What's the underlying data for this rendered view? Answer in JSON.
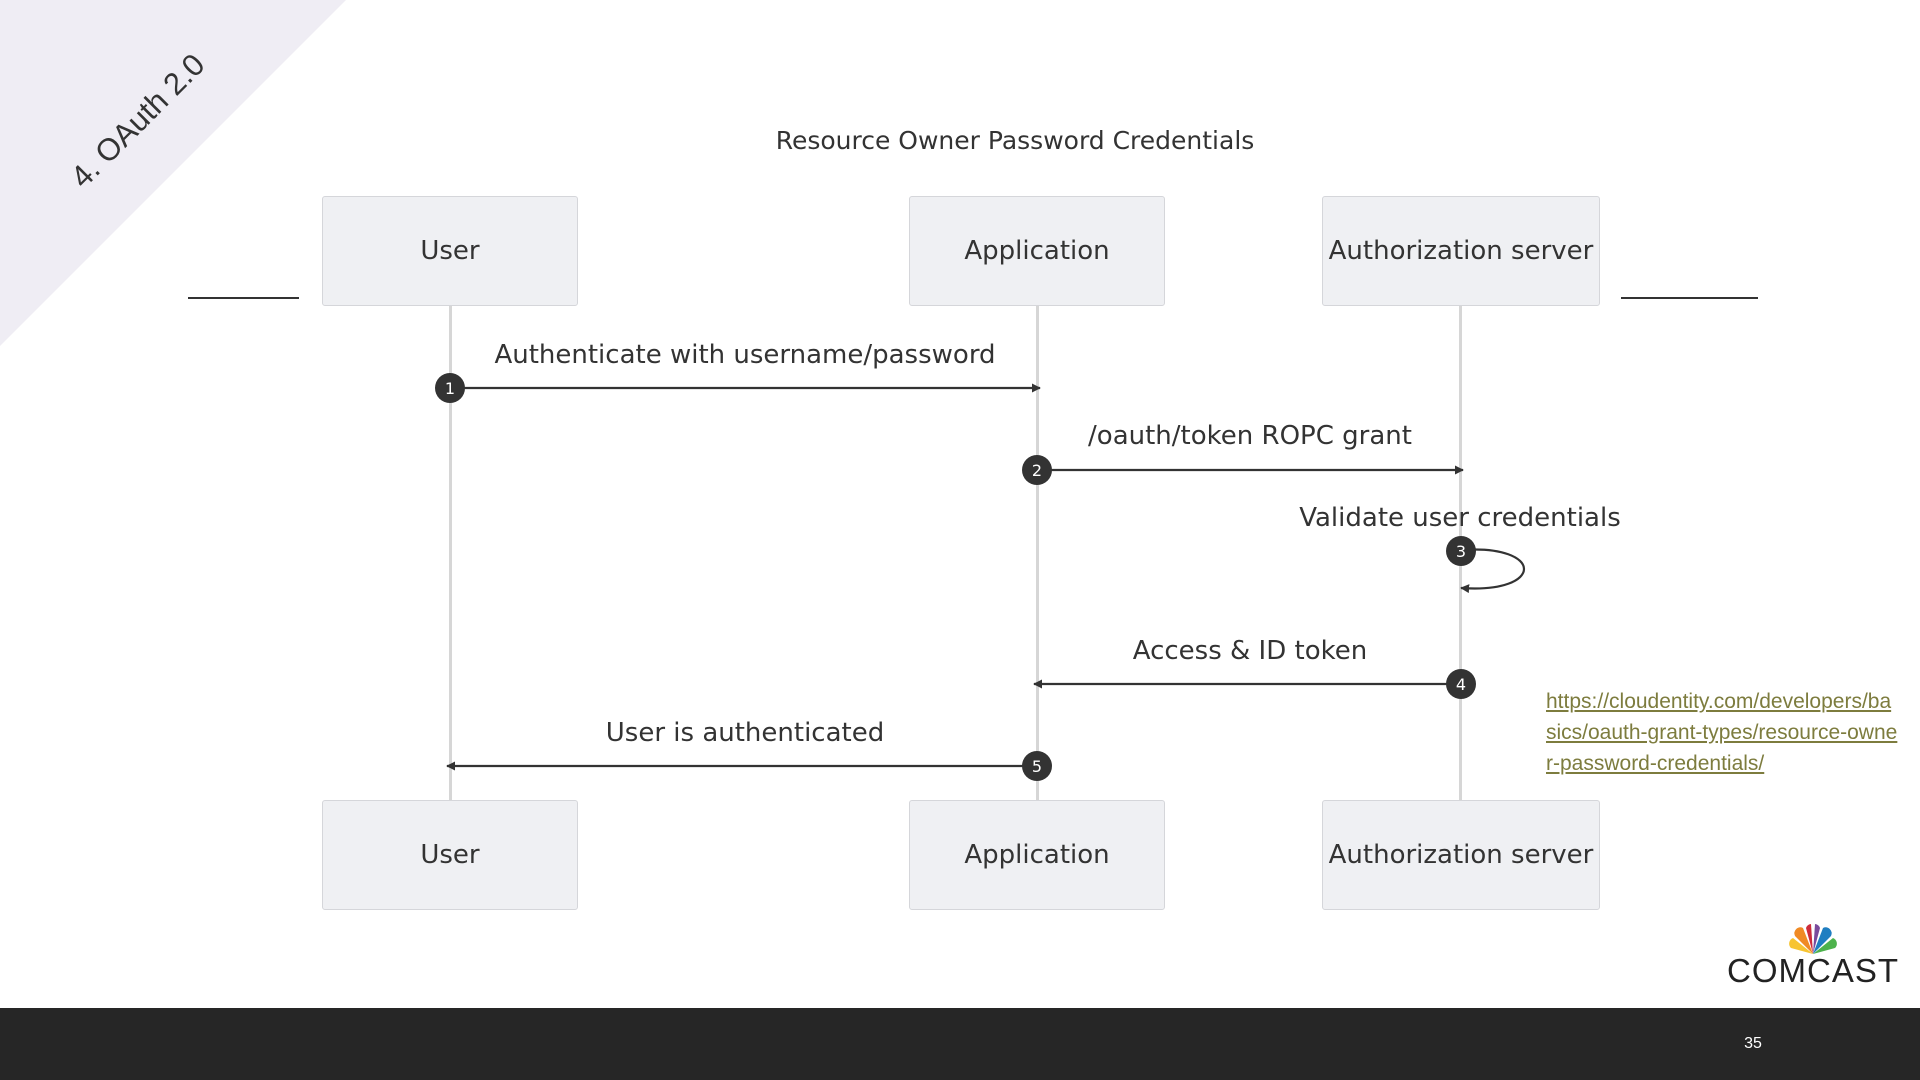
{
  "slide": {
    "section_label": "4. OAuth 2.0",
    "page_number": "35",
    "brand": "COMCAST",
    "reference_link": "https://cloudentity.com/developers/basics/oauth-grant-types/resource-owner-password-credentials/"
  },
  "diagram": {
    "title": "Resource Owner Password Credentials",
    "actors": [
      "User",
      "Application",
      "Authorization server"
    ],
    "messages": [
      {
        "step": "1",
        "from": "User",
        "to": "Application",
        "label": "Authenticate with username/password"
      },
      {
        "step": "2",
        "from": "Application",
        "to": "Authorization server",
        "label": "/oauth/token ROPC grant"
      },
      {
        "step": "3",
        "from": "Authorization server",
        "to": "Authorization server",
        "label": "Validate user credentials"
      },
      {
        "step": "4",
        "from": "Authorization server",
        "to": "Application",
        "label": "Access & ID token"
      },
      {
        "step": "5",
        "from": "Application",
        "to": "User",
        "label": "User is authenticated"
      }
    ]
  },
  "colors": {
    "corner_band": "#efedf4",
    "actor_fill": "#eff0f3",
    "line": "#333333",
    "link": "#7d7c3e",
    "footer": "#262626"
  }
}
